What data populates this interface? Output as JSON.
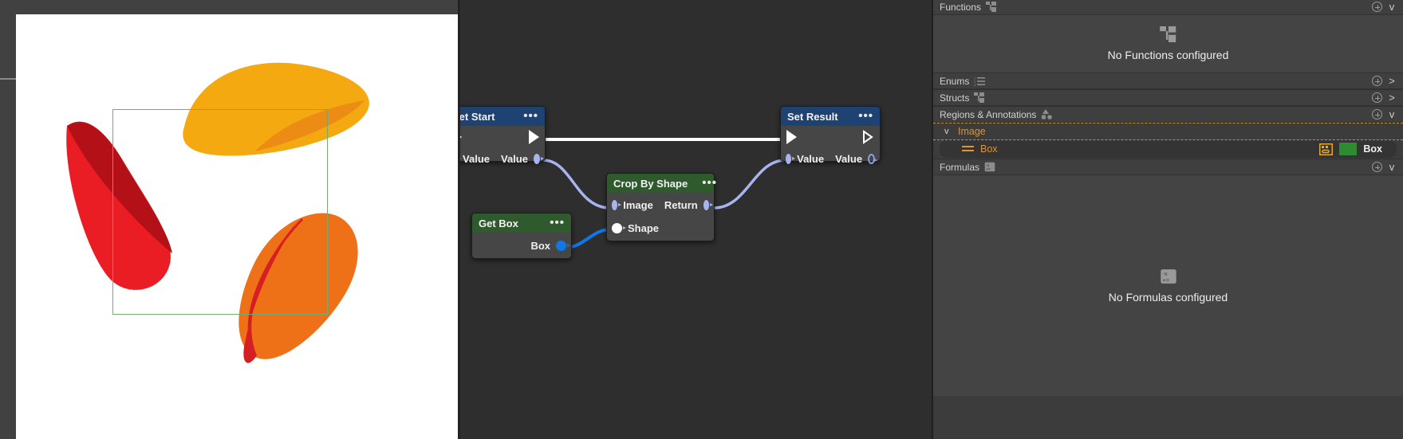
{
  "image_viewer": {
    "name": "image-preview",
    "background": "#ffffff",
    "crop_rect_color": "#74ab74",
    "shapes": [
      {
        "id": "yellow-petal",
        "fill": "#f5a911"
      },
      {
        "id": "yellow-petal-shadow",
        "fill": "#ec8c14"
      },
      {
        "id": "red-petal",
        "fill": "#ea1c24"
      },
      {
        "id": "red-petal-shadow",
        "fill": "#b31017"
      },
      {
        "id": "orange-petal",
        "fill": "#ee7118"
      },
      {
        "id": "orange-petal-shadow",
        "fill": "#d61f22"
      }
    ]
  },
  "graph": {
    "background": "#2e2e2e",
    "wire_colors": {
      "exec": "#ffffff",
      "data": "#a7b4ef",
      "data_bright": "#1176e8"
    },
    "nodes": [
      {
        "id": "set-start",
        "title": "Set Start",
        "header_color": "#1e4372",
        "menu": "•••",
        "inputs": [
          {
            "label": "Value",
            "pin": "filled"
          }
        ],
        "outputs": [
          {
            "label": "Value",
            "pin": "filled"
          }
        ]
      },
      {
        "id": "get-box",
        "title": "Get Box",
        "header_color": "#2f5a2d",
        "menu": "•••",
        "inputs": [],
        "outputs": [
          {
            "label": "Box",
            "pin": "bright"
          }
        ]
      },
      {
        "id": "crop-by-shape",
        "title": "Crop By Shape",
        "header_color": "#2f5a2d",
        "menu": "•••",
        "badge_icon": "flask-icon",
        "inputs": [
          {
            "label": "Image",
            "pin": "filled"
          },
          {
            "label": "Shape",
            "pin": "white"
          }
        ],
        "outputs": [
          {
            "label": "Return",
            "pin": "filled"
          }
        ]
      },
      {
        "id": "set-result",
        "title": "Set Result",
        "header_color": "#1e4372",
        "menu": "•••",
        "inputs": [
          {
            "label": "Value",
            "pin": "filled"
          }
        ],
        "outputs": [
          {
            "label": "Value",
            "pin": "hollow"
          }
        ]
      }
    ]
  },
  "panel": {
    "sections": [
      {
        "id": "functions",
        "label": "Functions",
        "icon": "struct-icon",
        "add": "+",
        "chevron": "v"
      },
      {
        "id": "enums",
        "label": "Enums",
        "icon": "list-icon",
        "add": "+",
        "chevron": ">"
      },
      {
        "id": "structs",
        "label": "Structs",
        "icon": "struct-icon",
        "add": "+",
        "chevron": ">"
      },
      {
        "id": "regions",
        "label": "Regions & Annotations",
        "icon": "shapes-icon",
        "add": "+",
        "chevron": "v"
      },
      {
        "id": "formulas",
        "label": "Formulas",
        "icon": "calculator-icon",
        "add": "+",
        "chevron": "v"
      }
    ],
    "functions_empty": {
      "text": "No Functions configured",
      "icon": "struct-icon"
    },
    "formulas_empty": {
      "text": "No Formulas configured",
      "icon": "calculator-icon"
    },
    "regions": {
      "accent_color": "#d8953a",
      "root": {
        "label": "Image",
        "caret": "v"
      },
      "children": [
        {
          "label": "Box",
          "icon": "region-icon",
          "swatch": "#2e8b32",
          "value": "Box"
        }
      ]
    }
  }
}
